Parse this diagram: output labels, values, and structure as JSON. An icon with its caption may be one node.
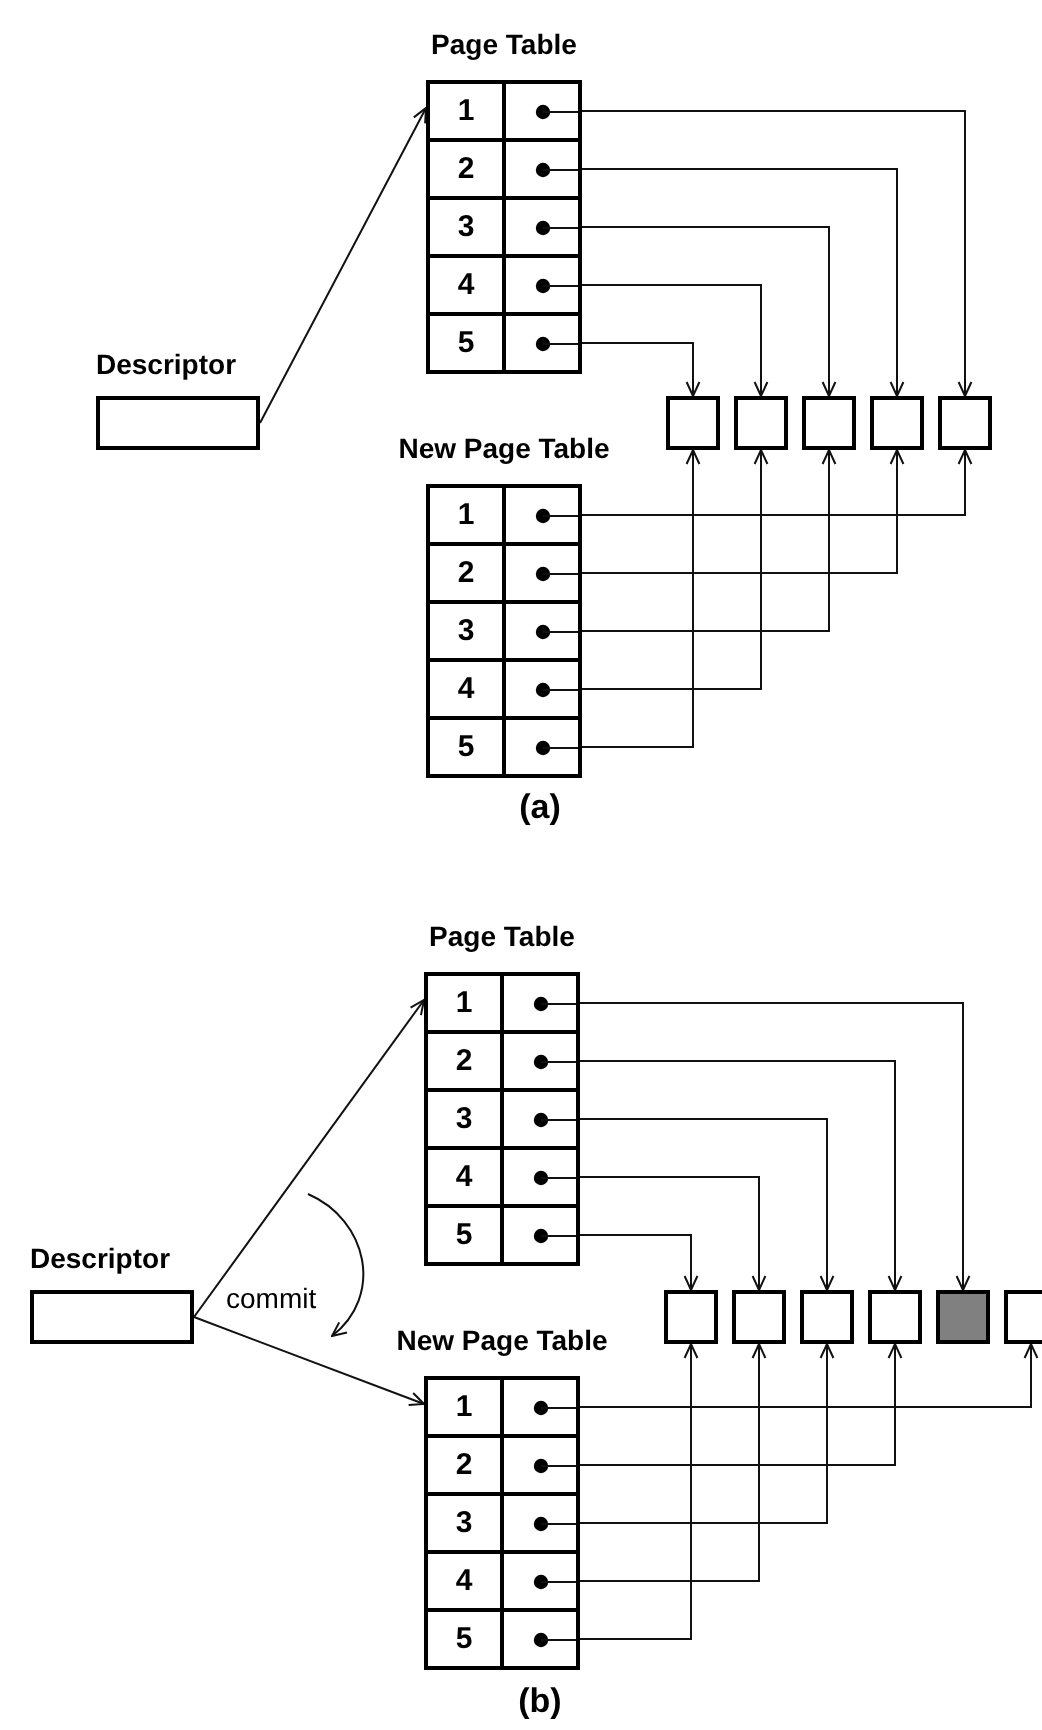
{
  "diagram": {
    "nodes": [
      {
        "text": [
          "Page Table"
        ]
      },
      {
        "text": [
          "1"
        ],
        "in": 0
      },
      {
        "text": [],
        "shape": "box",
        "in": 0
      },
      {
        "text": [
          "2"
        ],
        "in": 0
      },
      {
        "text": [],
        "shape": "box",
        "in": 0
      },
      {
        "text": [
          "3"
        ],
        "in": 0
      },
      {
        "text": [],
        "shape": "box",
        "in": 0
      },
      {
        "text": [
          "4"
        ],
        "in": 0
      },
      {
        "text": [],
        "shape": "box",
        "in": 0
      },
      {
        "text": [
          "5"
        ],
        "in": 0
      },
      {
        "text": [],
        "shape": "box",
        "in": 0
      },
      {
        "text": [
          "Descriptor"
        ]
      },
      {
        "text": [
          "New Page Table"
        ]
      },
      {
        "text": [
          "1"
        ],
        "in": 12
      },
      {
        "text": [],
        "shape": "box",
        "in": 12
      },
      {
        "text": [
          "2"
        ],
        "in": 12
      },
      {
        "text": [],
        "shape": "box",
        "in": 12
      },
      {
        "text": [
          "3"
        ],
        "in": 12
      },
      {
        "text": [],
        "shape": "box",
        "in": 12
      },
      {
        "text": [
          "4"
        ],
        "in": 12
      },
      {
        "text": [],
        "shape": "box",
        "in": 12
      },
      {
        "text": [
          "5"
        ],
        "in": 12
      },
      {
        "text": [],
        "shape": "box",
        "in": 12
      },
      {
        "text": [],
        "shape": "box"
      },
      {
        "text": [],
        "shape": "box"
      },
      {
        "text": [],
        "shape": "box"
      },
      {
        "text": [],
        "shape": "box"
      },
      {
        "text": [],
        "shape": "box"
      },
      {
        "text": [
          "Page Table"
        ]
      },
      {
        "text": [
          "1"
        ],
        "in": 28
      },
      {
        "text": [],
        "shape": "box",
        "in": 28
      },
      {
        "text": [
          "2"
        ],
        "in": 28
      },
      {
        "text": [],
        "shape": "box",
        "in": 28
      },
      {
        "text": [
          "3"
        ],
        "in": 28
      },
      {
        "text": [],
        "shape": "box",
        "in": 28
      },
      {
        "text": [
          "4"
        ],
        "in": 28
      },
      {
        "text": [],
        "shape": "box",
        "in": 28
      },
      {
        "text": [
          "5"
        ],
        "in": 28
      },
      {
        "text": [],
        "shape": "box",
        "in": 28
      },
      {
        "text": [
          "Descriptor"
        ]
      },
      {
        "text": [
          "New Page Table"
        ]
      },
      {
        "text": [
          "1"
        ],
        "in": 40
      },
      {
        "text": [],
        "shape": "box",
        "in": 40
      },
      {
        "text": [
          "2"
        ],
        "in": 40
      },
      {
        "text": [],
        "shape": "box",
        "in": 40
      },
      {
        "text": [
          "3"
        ],
        "in": 40
      },
      {
        "text": [],
        "shape": "box",
        "in": 40
      },
      {
        "text": [
          "4"
        ],
        "in": 40
      },
      {
        "text": [],
        "shape": "box",
        "in": 40
      },
      {
        "text": [
          "5"
        ],
        "in": 40
      },
      {
        "text": [],
        "shape": "box",
        "in": 40
      },
      {
        "text": [],
        "shape": "box"
      },
      {
        "text": [],
        "shape": "box"
      },
      {
        "text": [],
        "shape": "box"
      },
      {
        "text": [],
        "shape": "box"
      },
      {
        "text": [],
        "shape": "box"
      },
      {
        "text": [],
        "shape": "box"
      }
    ],
    "edges": [
      {
        "from": 11,
        "to": 0,
        "arrow": "to"
      },
      {
        "from": 2,
        "to": 27,
        "arrow": "to"
      },
      {
        "from": 4,
        "to": 26,
        "arrow": "to"
      },
      {
        "from": 6,
        "to": 25,
        "arrow": "to"
      },
      {
        "from": 8,
        "to": 24,
        "arrow": "to"
      },
      {
        "from": 10,
        "to": 23,
        "arrow": "to"
      },
      {
        "from": 14,
        "to": 27,
        "arrow": "to"
      },
      {
        "from": 16,
        "to": 26,
        "arrow": "to"
      },
      {
        "from": 18,
        "to": 25,
        "arrow": "to"
      },
      {
        "from": 20,
        "to": 24,
        "arrow": "to"
      },
      {
        "from": 22,
        "to": 23,
        "arrow": "to"
      },
      {
        "from": 39,
        "to": 28,
        "arrow": "to"
      },
      {
        "from": 39,
        "to": 40,
        "arrow": "to"
      },
      {
        "from": 30,
        "to": 55,
        "arrow": "to"
      },
      {
        "from": 32,
        "to": 54,
        "arrow": "to"
      },
      {
        "from": 34,
        "to": 53,
        "arrow": "to"
      },
      {
        "from": 36,
        "to": 52,
        "arrow": "to"
      },
      {
        "from": 38,
        "to": 51,
        "arrow": "to"
      },
      {
        "from": 42,
        "to": 56,
        "arrow": "to"
      },
      {
        "from": 44,
        "to": 54,
        "arrow": "to"
      },
      {
        "from": 46,
        "to": 53,
        "arrow": "to"
      },
      {
        "from": 48,
        "to": 52,
        "arrow": "to"
      },
      {
        "from": 50,
        "to": 51,
        "arrow": "to"
      }
    ],
    "labels": [
      "(a)",
      "commit",
      "(b)"
    ]
  }
}
